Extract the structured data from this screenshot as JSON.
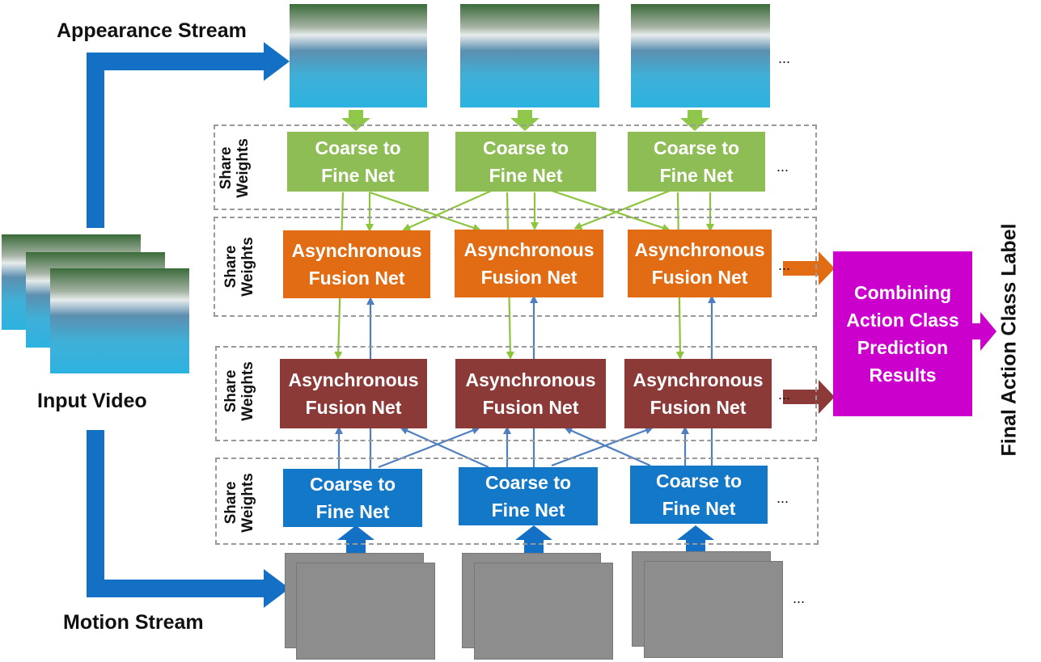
{
  "labels": {
    "appearance_stream": "Appearance Stream",
    "motion_stream": "Motion Stream",
    "input_video": "Input Video",
    "final_label": "Final Action Class Label",
    "share_weights_line1": "Share",
    "share_weights_line2": "Weights",
    "ellipsis": "..."
  },
  "nodes": {
    "coarse_line1": "Coarse to",
    "coarse_line2": "Fine Net",
    "async_line1": "Asynchronous",
    "async_line2": "Fusion Net",
    "combine_line1": "Combining",
    "combine_line2": "Action Class",
    "combine_line3": "Prediction",
    "combine_line4": "Results"
  },
  "colors": {
    "stream_arrow": "#1470c4",
    "appearance_node": "#8fbd55",
    "appearance_fusion": "#e26c13",
    "motion_fusion": "#8b3a38",
    "motion_node": "#1478c8",
    "combine_node": "#cc00cc",
    "green_link": "#8cc43c",
    "blue_link": "#4f7fbf"
  }
}
